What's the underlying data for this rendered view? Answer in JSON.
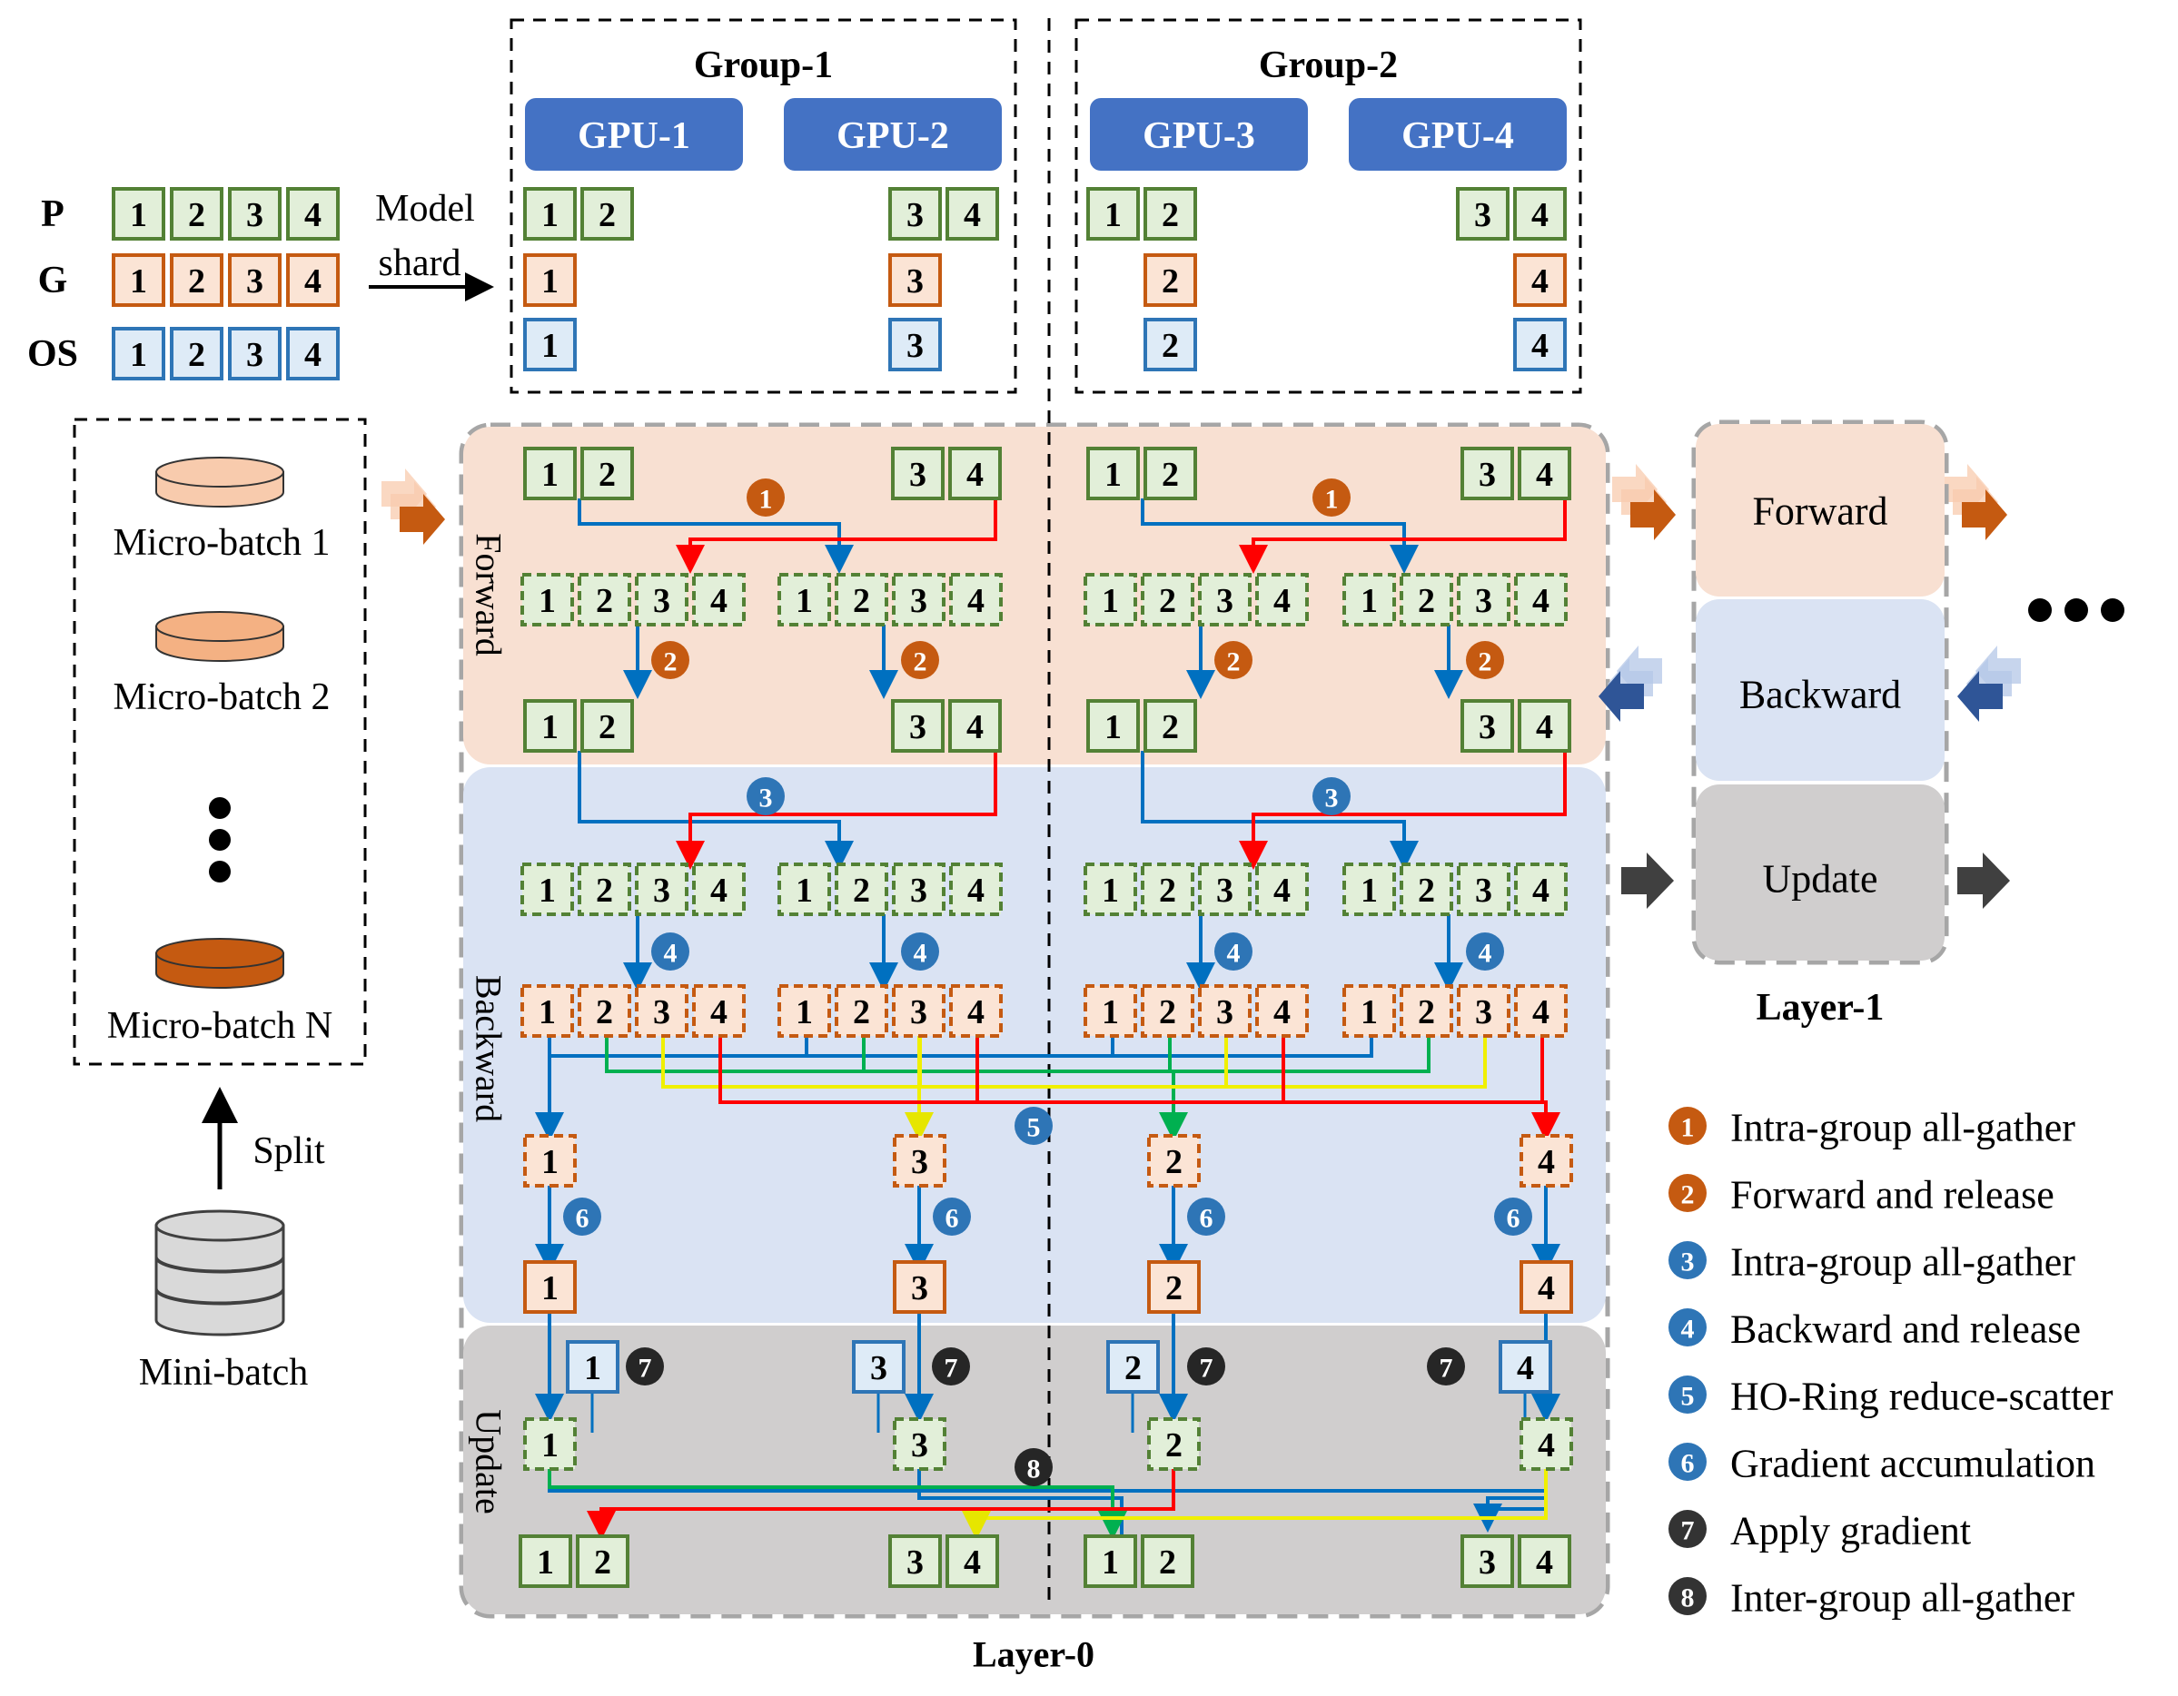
{
  "legend_rows": {
    "p": {
      "label": "P",
      "cells": [
        "1",
        "2",
        "3",
        "4"
      ]
    },
    "g": {
      "label": "G",
      "cells": [
        "1",
        "2",
        "3",
        "4"
      ]
    },
    "os": {
      "label": "OS",
      "cells": [
        "1",
        "2",
        "3",
        "4"
      ]
    }
  },
  "model_shard_label": [
    "Model",
    "shard"
  ],
  "groups": [
    {
      "title": "Group-1",
      "gpus": [
        "GPU-1",
        "GPU-2"
      ]
    },
    {
      "title": "Group-2",
      "gpus": [
        "GPU-3",
        "GPU-4"
      ]
    }
  ],
  "shards": {
    "gpu1": {
      "p": [
        "1",
        "2"
      ],
      "g": "1",
      "os": "1"
    },
    "gpu2": {
      "p": [
        "3",
        "4"
      ],
      "g": "3",
      "os": "3"
    },
    "gpu3": {
      "p": [
        "1",
        "2"
      ],
      "g": "2",
      "os": "2"
    },
    "gpu4": {
      "p": [
        "3",
        "4"
      ],
      "g": "4",
      "os": "4"
    }
  },
  "micro_batches": [
    "Micro-batch 1",
    "Micro-batch 2",
    "Micro-batch N"
  ],
  "split_label": "Split",
  "mini_batch_label": "Mini-batch",
  "phases": [
    "Forward",
    "Backward",
    "Update"
  ],
  "layer0_label": "Layer-0",
  "layer1": {
    "label": "Layer-1",
    "phases": [
      "Forward",
      "Backward",
      "Update"
    ]
  },
  "legend": [
    {
      "num": "1",
      "text": "Intra-group all-gather",
      "color": "#C55A11"
    },
    {
      "num": "2",
      "text": "Forward and release",
      "color": "#C55A11"
    },
    {
      "num": "3",
      "text": "Intra-group all-gather",
      "color": "#2E75B6"
    },
    {
      "num": "4",
      "text": "Backward and release",
      "color": "#2E75B6"
    },
    {
      "num": "5",
      "text": "HO-Ring reduce-scatter",
      "color": "#2E75B6"
    },
    {
      "num": "6",
      "text": "Gradient accumulation",
      "color": "#2E75B6"
    },
    {
      "num": "7",
      "text": "Apply gradient",
      "color": "#333333"
    },
    {
      "num": "8",
      "text": "Inter-group all-gather",
      "color": "#333333"
    }
  ],
  "full_shard_cells": [
    "1",
    "2",
    "3",
    "4"
  ],
  "colors": {
    "param_border": "#538135",
    "param_fill": "#E2EFD9",
    "grad_border": "#C55A11",
    "grad_fill": "#FBE4D5",
    "os_border": "#2E75B6",
    "os_fill": "#DEEBF7",
    "gpu_button": "#4472C4",
    "forward_bg": "#F8E0D2",
    "backward_bg": "#DAE3F3",
    "update_bg": "#D0CECE",
    "arrow_red": "#FF0000",
    "arrow_blue": "#0070C0",
    "arrow_green": "#00B050",
    "arrow_yellow": "#FFFF00"
  }
}
